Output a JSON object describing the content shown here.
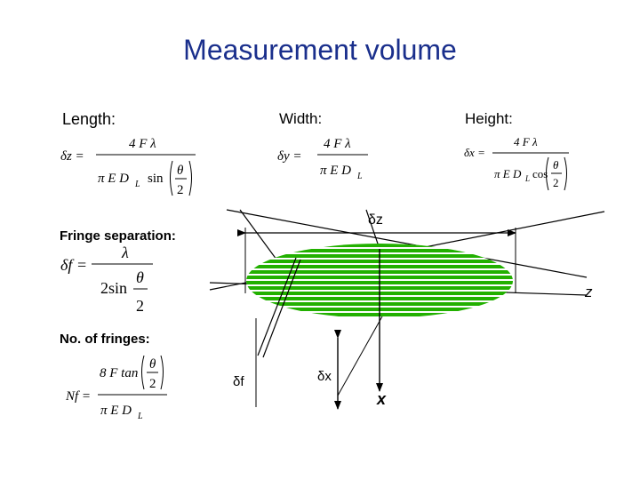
{
  "title": "Measurement volume",
  "labels": {
    "length": "Length:",
    "width": "Width:",
    "height": "Height:",
    "fringe_separation": "Fringe separation:",
    "no_of_fringes": "No. of fringes:"
  },
  "diagram": {
    "dz": "δz",
    "z_axis": "z",
    "x_axis": "x",
    "df": "δf",
    "dx": "δx"
  },
  "equations": {
    "length": {
      "lhs": "δz =",
      "num": "4 F λ",
      "den_a": "π E D",
      "den_sub": "L",
      "den_b": "sin",
      "frac_num": "θ",
      "frac_den": "2"
    },
    "width": {
      "lhs": "δy =",
      "num": "4 F λ",
      "den_a": "π E D",
      "den_sub": "L"
    },
    "height": {
      "lhs": "δx =",
      "num": "4 F λ",
      "den_a": "π E D",
      "den_sub": "L",
      "den_b": "cos",
      "frac_num": "θ",
      "frac_den": "2"
    },
    "fringe": {
      "lhs": "δf =",
      "num": "λ",
      "den": "2sin",
      "frac_num": "θ",
      "frac_den": "2"
    },
    "fringes": {
      "lhs": "Nf =",
      "num": "8 F tan",
      "frac_num": "θ",
      "frac_den": "2",
      "den_a": "π E D",
      "den_sub": "L"
    }
  },
  "colors": {
    "title": "#1a2f8c",
    "stripe_green": "#22b000",
    "stripe_white": "#ffffff"
  }
}
